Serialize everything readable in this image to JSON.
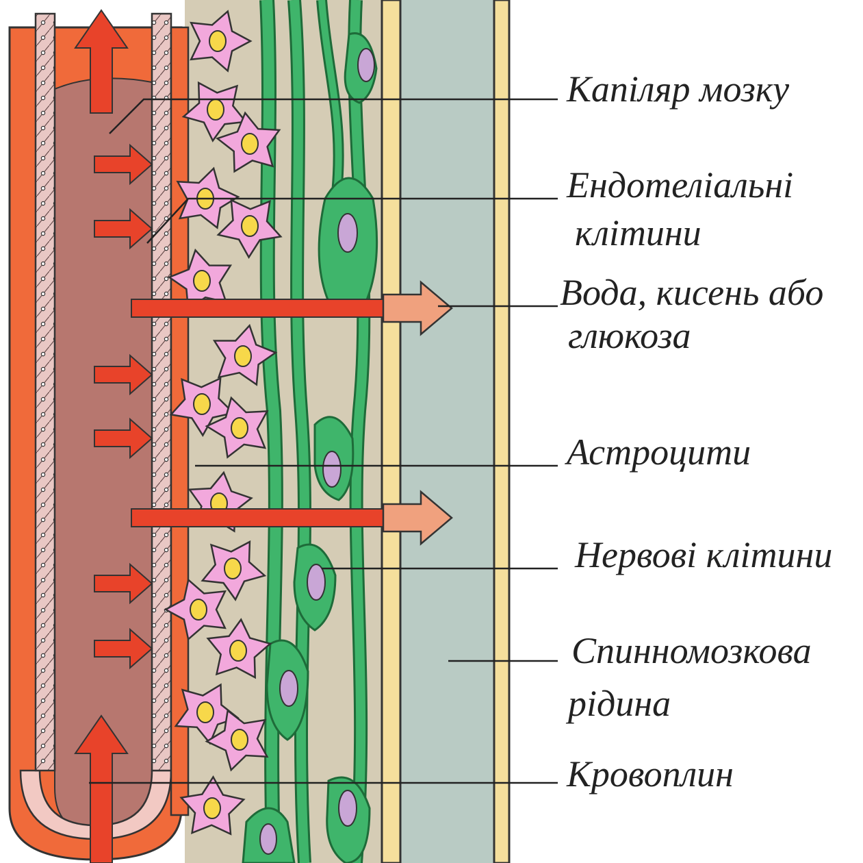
{
  "labels": {
    "brain_capillary": "Капіляр мозку",
    "endothelial_1": "Ендотеліальні",
    "endothelial_2": "клітини",
    "water_1": "Вода, кисень або",
    "water_2": "глюкоза",
    "astrocytes": "Астроцити",
    "nerve_cells": "Нервові клітини",
    "csf_1": "Спинномозкова",
    "csf_2": "рідина",
    "blood_flow": "Кровоплин"
  },
  "colors": {
    "vessel_wall": "#f06a3a",
    "blood": "#b7776f",
    "endothelium": "#e9c7c4",
    "astrocyte": "#f2a8dc",
    "astrocyte_nucleus": "#f7d84a",
    "tissue_bg": "#d5ccb5",
    "neuron": "#3fb56b",
    "neuron_nucleus": "#c9a6d6",
    "membrane": "#f5df9c",
    "csf": "#b9cbc4",
    "arrow": "#e8432a",
    "pass_arrow": "#f0a17e"
  }
}
